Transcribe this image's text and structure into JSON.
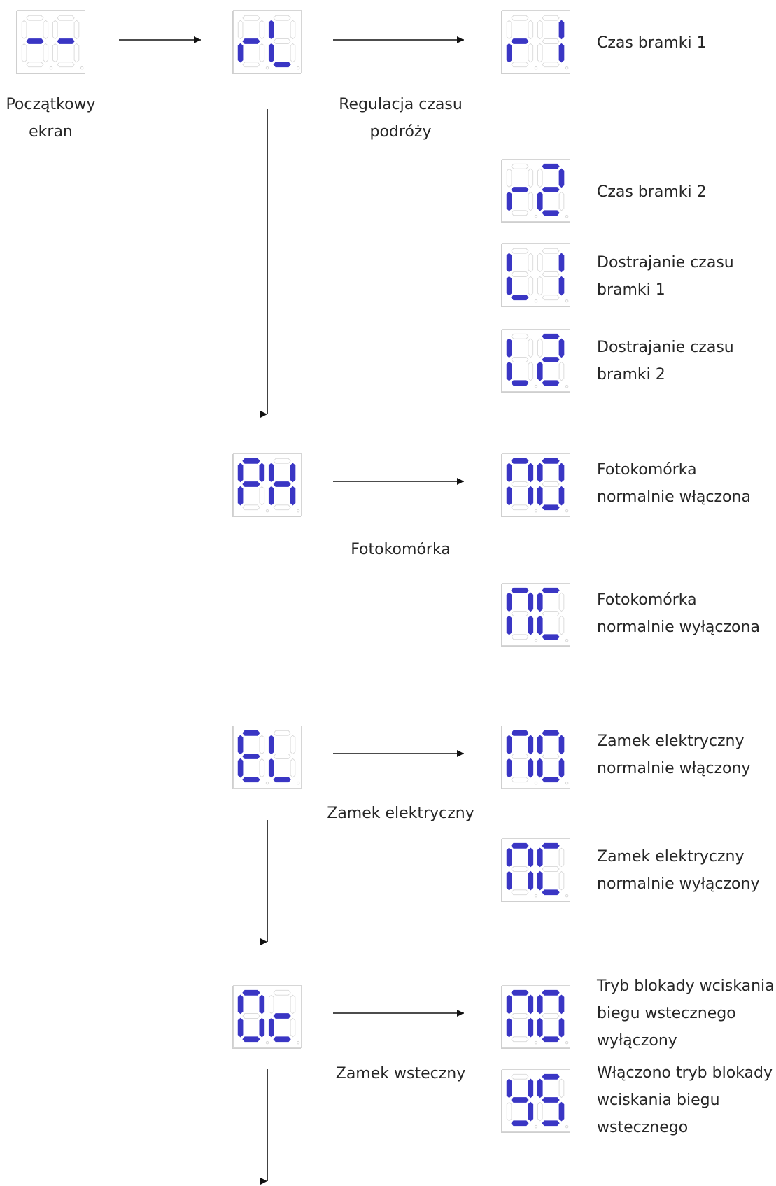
{
  "colors": {
    "segment_on": "#3a36c4",
    "segment_off": "#d8d8d8",
    "arrow": "#111111"
  },
  "menus": [
    {
      "display": "rL",
      "label": [
        "Regulacja czasu",
        "podróży"
      ],
      "options": [
        {
          "display": "r1",
          "label": [
            "Czas bramki 1"
          ]
        },
        {
          "display": "r2",
          "label": [
            "Czas bramki 2"
          ]
        },
        {
          "display": "L1",
          "label": [
            "Dostrajanie czasu",
            "bramki 1"
          ]
        },
        {
          "display": "L2",
          "label": [
            "Dostrajanie czasu",
            "bramki 2"
          ]
        }
      ]
    },
    {
      "display": "PH",
      "label": [
        "Fotokomórka"
      ],
      "options": [
        {
          "display": "nO",
          "label": [
            "Fotokomórka",
            "normalnie włączona"
          ]
        },
        {
          "display": "nC",
          "label": [
            "Fotokomórka",
            "normalnie wyłączona"
          ]
        }
      ]
    },
    {
      "display": "EL",
      "label": [
        "Zamek elektryczny"
      ],
      "options": [
        {
          "display": "nO",
          "label": [
            "Zamek elektryczny",
            "normalnie włączony"
          ]
        },
        {
          "display": "nC",
          "label": [
            "Zamek elektryczny",
            "normalnie wyłączony"
          ]
        }
      ]
    },
    {
      "display": "Oc",
      "label": [
        "Zamek wsteczny"
      ],
      "options": [
        {
          "display": "nO",
          "label": [
            "Tryb blokady wciskania",
            "biegu wstecznego",
            "wyłączony"
          ]
        },
        {
          "display": "yS",
          "label": [
            "Włączono tryb blokady",
            "wciskania biegu",
            "wstecznego"
          ]
        }
      ]
    }
  ],
  "start": {
    "display": "--",
    "label": [
      "Początkowy",
      "ekran"
    ]
  }
}
